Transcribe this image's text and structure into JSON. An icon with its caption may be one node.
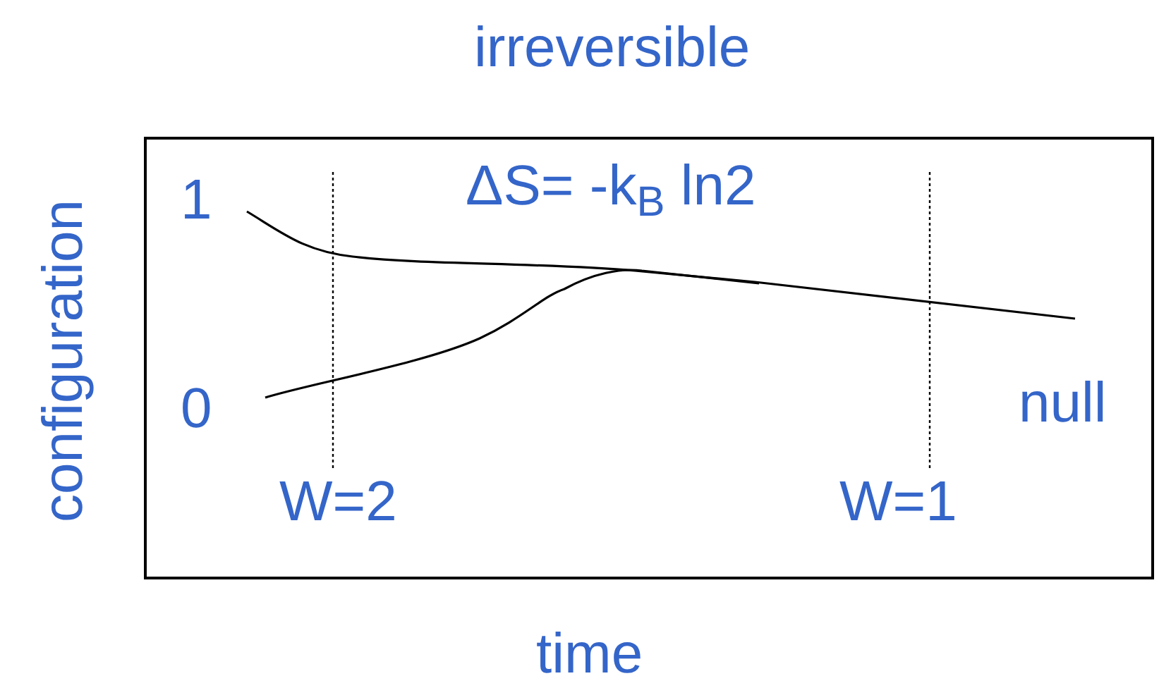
{
  "diagram": {
    "title": "irreversible",
    "labels": [
      "configuration",
      "1",
      "ΔS= -k$_{B}$ ln2",
      "0",
      "null",
      "W=2",
      "W=1",
      "time"
    ]
  }
}
